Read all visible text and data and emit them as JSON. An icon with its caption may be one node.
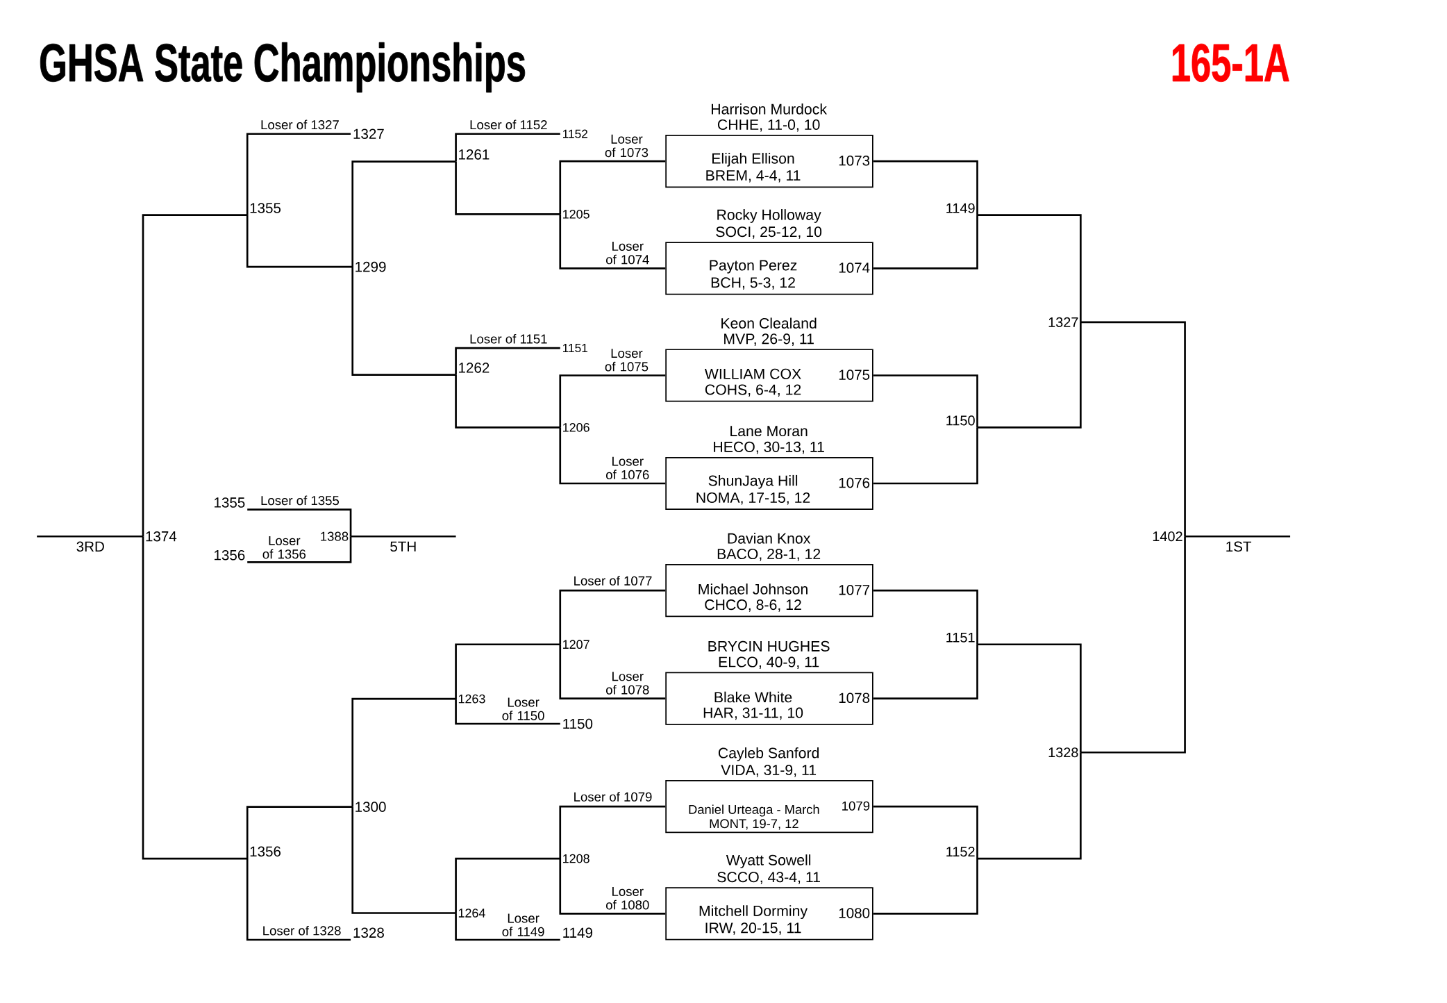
{
  "diagram": {
    "title": "GHSA State Championships",
    "nodes": [
      {
        "text": [
          "1327"
        ]
      },
      {
        "text": [
          "1152"
        ]
      },
      {
        "text": [
          "Harrison Murdock",
          "CHHE, 11-0, 10",
          "Elijah Ellison",
          "BREM, 4-4, 11",
          "1073"
        ]
      },
      {
        "text": [
          "1261"
        ]
      },
      {
        "text": [
          "1355"
        ]
      },
      {
        "text": [
          "1149"
        ]
      },
      {
        "text": [
          "1205"
        ]
      },
      {
        "text": [
          "Rocky Holloway",
          "SOCI, 25-12, 10",
          "Payton Perez",
          "BCH, 5-3, 12",
          "1074"
        ]
      },
      {
        "text": [
          "1299"
        ]
      },
      {
        "text": [
          "1327"
        ]
      },
      {
        "text": [
          "1151"
        ]
      },
      {
        "text": [
          "1262"
        ]
      },
      {
        "text": [
          "Keon Clealand",
          "MVP, 26-9, 11",
          "WILLIAM COX",
          "COHS, 6-4, 12",
          "1075"
        ]
      },
      {
        "text": [
          "1150"
        ]
      },
      {
        "text": [
          "1206"
        ]
      },
      {
        "text": [
          "Lane Moran",
          "HECO, 30-13, 11",
          "ShunJaya Hill",
          "NOMA, 17-15, 12",
          "1076"
        ]
      },
      {
        "text": [
          "1355"
        ]
      },
      {
        "text": [
          "1374"
        ]
      },
      {
        "text": [
          "1388"
        ]
      },
      {
        "text": [
          "1402"
        ]
      },
      {
        "text": [
          "1356"
        ]
      },
      {
        "text": [
          "Davian Knox",
          "BACO, 28-1, 12",
          "Michael Johnson",
          "CHCO, 8-6, 12",
          "1077"
        ]
      },
      {
        "text": [
          "1151"
        ]
      },
      {
        "text": [
          "1207"
        ]
      },
      {
        "text": [
          "1263"
        ]
      },
      {
        "text": [
          "BRYCIN HUGHES",
          "ELCO, 40-9, 11",
          "Blake White",
          "HAR, 31-11, 10",
          "1078"
        ]
      },
      {
        "text": [
          "1150"
        ]
      },
      {
        "text": [
          "1328"
        ]
      },
      {
        "text": [
          "1300"
        ]
      },
      {
        "text": [
          "Cayleb Sanford",
          "VIDA, 31-9, 11",
          "Daniel Urteaga - March",
          "MONT, 19-7, 12",
          "1079"
        ]
      },
      {
        "text": [
          "1356"
        ]
      },
      {
        "text": [
          "1152"
        ]
      },
      {
        "text": [
          "1208"
        ]
      },
      {
        "text": [
          "Wyatt Sowell",
          "SCCO, 43-4, 11",
          "Mitchell Dorminy",
          "IRW, 20-15, 11",
          "1080"
        ]
      },
      {
        "text": [
          "1264"
        ]
      },
      {
        "text": [
          "1328"
        ]
      },
      {
        "text": [
          "1149"
        ]
      }
    ],
    "edges": [
      {
        "from": 2,
        "to": 6,
        "arrow": "none",
        "label": "Loser of 1073"
      },
      {
        "from": 7,
        "to": 6,
        "arrow": "none",
        "label": "Loser of 1074"
      },
      {
        "from": 1,
        "to": 3,
        "arrow": "none",
        "label": "Loser of 1152"
      },
      {
        "from": 6,
        "to": 3,
        "arrow": "none"
      },
      {
        "from": 3,
        "to": 8,
        "arrow": "none"
      },
      {
        "from": 11,
        "to": 8,
        "arrow": "none"
      },
      {
        "from": 8,
        "to": 4,
        "arrow": "none"
      },
      {
        "from": 0,
        "to": 4,
        "arrow": "none",
        "label": "Loser of 1327"
      },
      {
        "from": 4,
        "to": 17,
        "arrow": "none"
      },
      {
        "from": 30,
        "to": 17,
        "arrow": "none"
      },
      {
        "from": 17,
        "to": null,
        "arrow": "none",
        "label": "3RD"
      },
      {
        "from": 12,
        "to": 14,
        "arrow": "none",
        "label": "Loser of 1075"
      },
      {
        "from": 15,
        "to": 14,
        "arrow": "none",
        "label": "Loser of 1076"
      },
      {
        "from": 10,
        "to": 11,
        "arrow": "none",
        "label": "Loser of 1151"
      },
      {
        "from": 14,
        "to": 11,
        "arrow": "none"
      },
      {
        "from": 16,
        "to": 18,
        "arrow": "none",
        "label": "Loser of 1355"
      },
      {
        "from": 20,
        "to": 18,
        "arrow": "none",
        "label": "Loser of 1356"
      },
      {
        "from": 18,
        "to": null,
        "arrow": "none",
        "label": "5TH"
      },
      {
        "from": 21,
        "to": 23,
        "arrow": "none",
        "label": "Loser of 1077"
      },
      {
        "from": 25,
        "to": 23,
        "arrow": "none",
        "label": "Loser of 1078"
      },
      {
        "from": 23,
        "to": 24,
        "arrow": "none"
      },
      {
        "from": 26,
        "to": 24,
        "arrow": "none",
        "label": "Loser of 1150"
      },
      {
        "from": 24,
        "to": 28,
        "arrow": "none"
      },
      {
        "from": 34,
        "to": 28,
        "arrow": "none"
      },
      {
        "from": 28,
        "to": 30,
        "arrow": "none"
      },
      {
        "from": 35,
        "to": 30,
        "arrow": "none",
        "label": "Loser of 1328"
      },
      {
        "from": 29,
        "to": 32,
        "arrow": "none",
        "label": "Loser of 1079"
      },
      {
        "from": 33,
        "to": 32,
        "arrow": "none",
        "label": "Loser of 1080"
      },
      {
        "from": 32,
        "to": 34,
        "arrow": "none"
      },
      {
        "from": 36,
        "to": 34,
        "arrow": "none",
        "label": "Loser of 1149"
      },
      {
        "from": 2,
        "to": 5,
        "arrow": "none"
      },
      {
        "from": 7,
        "to": 5,
        "arrow": "none"
      },
      {
        "from": 12,
        "to": 13,
        "arrow": "none"
      },
      {
        "from": 15,
        "to": 13,
        "arrow": "none"
      },
      {
        "from": 21,
        "to": 22,
        "arrow": "none"
      },
      {
        "from": 25,
        "to": 22,
        "arrow": "none"
      },
      {
        "from": 29,
        "to": 31,
        "arrow": "none"
      },
      {
        "from": 33,
        "to": 31,
        "arrow": "none"
      },
      {
        "from": 5,
        "to": 9,
        "arrow": "none"
      },
      {
        "from": 13,
        "to": 9,
        "arrow": "none"
      },
      {
        "from": 22,
        "to": 27,
        "arrow": "none"
      },
      {
        "from": 31,
        "to": 27,
        "arrow": "none"
      },
      {
        "from": 9,
        "to": 19,
        "arrow": "none"
      },
      {
        "from": 27,
        "to": 19,
        "arrow": "none"
      },
      {
        "from": 19,
        "to": null,
        "arrow": "none",
        "label": "1ST"
      }
    ],
    "labels": [
      "165-1A"
    ]
  }
}
